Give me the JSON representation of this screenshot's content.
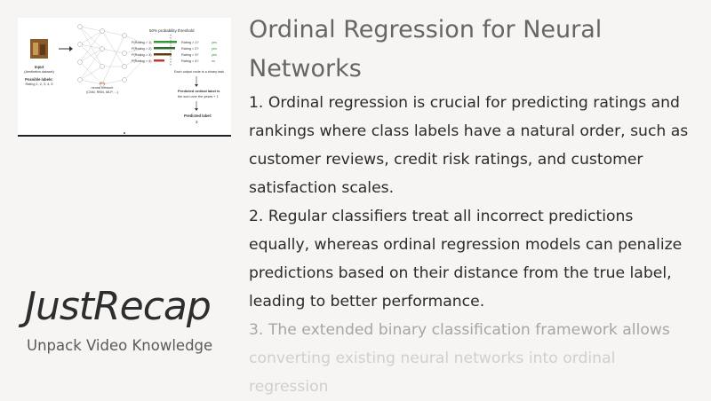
{
  "thumbnail": {
    "threshold_label": "50% probability threshold",
    "input_label": "Input",
    "input_sub": "(Aesthetics dataset)",
    "possible_labels": "Possible labels:",
    "possible_values": "Rating 1, 2, 3, 4, 5",
    "network_label_prefix": "Any",
    "network_label": "neural network",
    "network_sub": "(CNN, RNN, MLP, ...)",
    "probs": [
      "P(Rating > 1)",
      "P(Rating > 2)",
      "P(Rating > 3)",
      "P(Rating > 4)"
    ],
    "rules": [
      "Rating > 1?",
      "Rating > 2?",
      "Rating > 3?",
      "Rating > 4?"
    ],
    "answers": [
      "yes",
      "yes",
      "yes",
      "no"
    ],
    "binary_note": "Each output node is a binary task",
    "predicted_ordinal": "Predicted ordinal label is",
    "predicted_ordinal2": "the sum over the yeses + 1",
    "predicted_label": "Predicted label:",
    "predicted_value": "3"
  },
  "article": {
    "title": "Ordinal Regression for Neural Networks",
    "points": [
      "1. Ordinal regression is crucial for predicting ratings and rankings where class labels have a natural order, such as customer reviews, credit risk ratings, and customer satisfaction scales.",
      "2. Regular classifiers treat all incorrect predictions equally, whereas ordinal regression models can penalize predictions based on their distance from the true label, leading to better performance.",
      "3. The extended binary classification framework allows",
      "converting existing neural networks into ordinal regression"
    ]
  },
  "brand": {
    "name_part1": "Just",
    "name_part2": "Recap",
    "tagline": "Unpack Video Knowledge"
  }
}
